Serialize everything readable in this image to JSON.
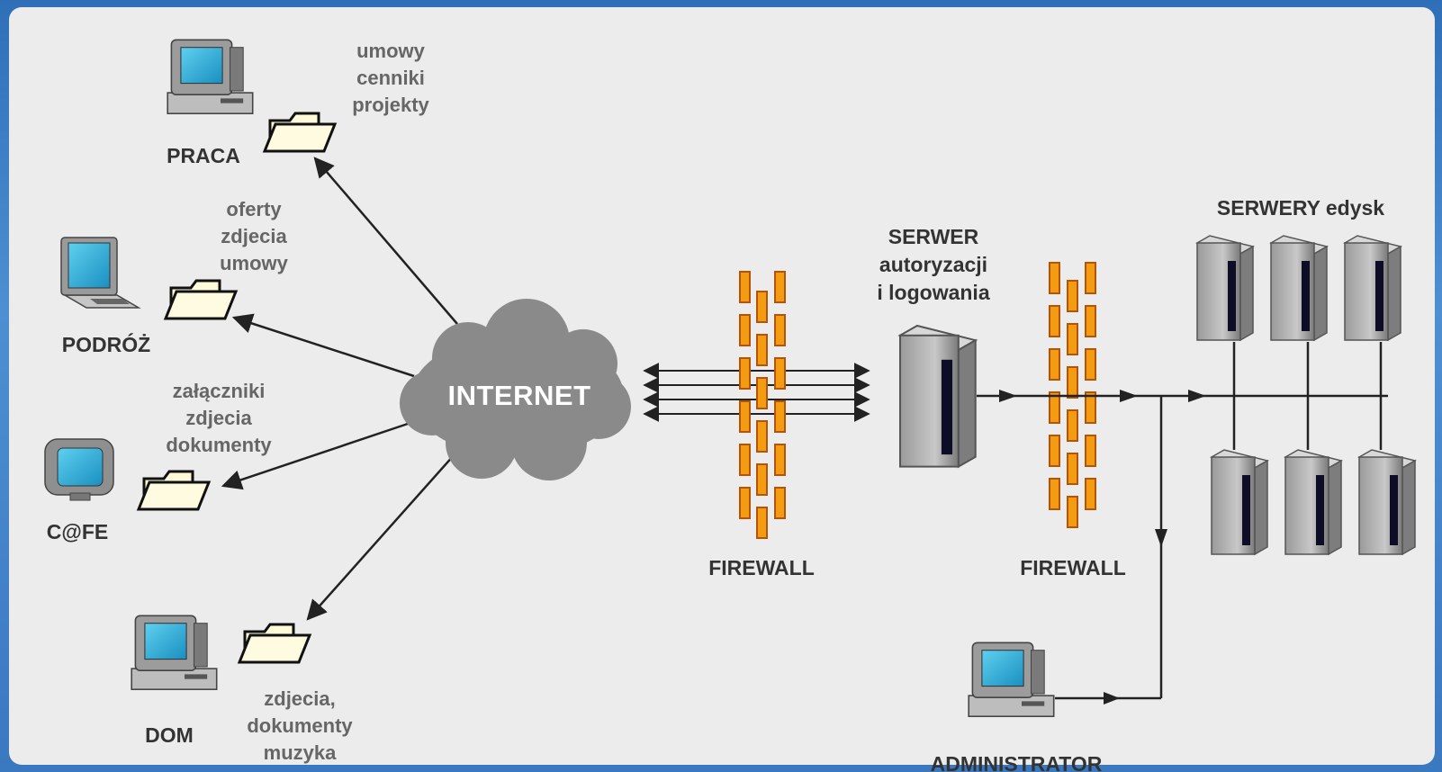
{
  "colors": {
    "background": "#3f7fc4",
    "panel": "#ececec",
    "cloud": "#8c8c8c",
    "firewall_brick": "#f39c12",
    "firewall_brick_edge": "#c0550a",
    "line": "#222222"
  },
  "clients": [
    {
      "label": "PRACA",
      "icon": "desktop-computer",
      "files": [
        "umowy",
        "cenniki",
        "projekty"
      ]
    },
    {
      "label": "PODRÓŻ",
      "icon": "laptop",
      "files": [
        "oferty",
        "zdjecia",
        "umowy"
      ]
    },
    {
      "label": "C@FE",
      "icon": "monitor",
      "files": [
        "załączniki",
        "zdjecia",
        "dokumenty"
      ]
    },
    {
      "label": "DOM",
      "icon": "desktop-computer",
      "files": [
        "zdjecia,",
        "dokumenty",
        "muzyka"
      ]
    }
  ],
  "internet": {
    "label": "INTERNET",
    "icon": "cloud"
  },
  "firewalls": [
    "FIREWALL",
    "FIREWALL"
  ],
  "auth_server": {
    "label": [
      "SERWER",
      "autoryzacji",
      "i logowania"
    ],
    "icon": "server-tower"
  },
  "storage": {
    "label": "SERWERY edysk",
    "count": 6,
    "icon": "server-tower"
  },
  "admin": {
    "label": "ADMINISTRATOR",
    "icon": "desktop-computer"
  }
}
